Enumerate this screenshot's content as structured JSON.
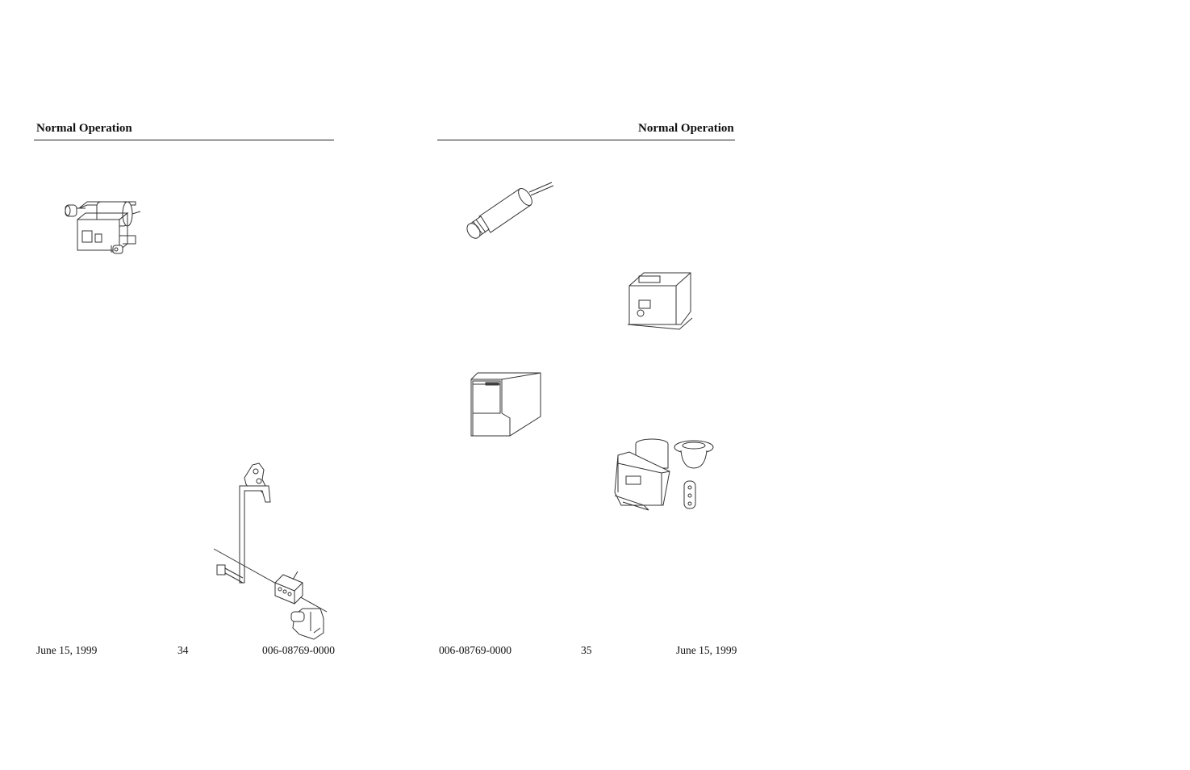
{
  "left_page": {
    "header": "Normal Operation",
    "footer": {
      "date": "June 15, 1999",
      "page_number": "34",
      "doc_number": "006-08769-0000"
    }
  },
  "right_page": {
    "header": "Normal Operation",
    "footer": {
      "doc_number": "006-08769-0000",
      "page_number": "35",
      "date": "June 15, 1999"
    }
  },
  "illustrations": [
    {
      "icon": "servo-actuator-icon"
    },
    {
      "icon": "control-linkage-assembly-icon"
    },
    {
      "icon": "cylindrical-sensor-icon"
    },
    {
      "icon": "computer-box-icon"
    },
    {
      "icon": "panel-mount-unit-icon"
    },
    {
      "icon": "gyro-unit-with-mount-icon"
    }
  ]
}
